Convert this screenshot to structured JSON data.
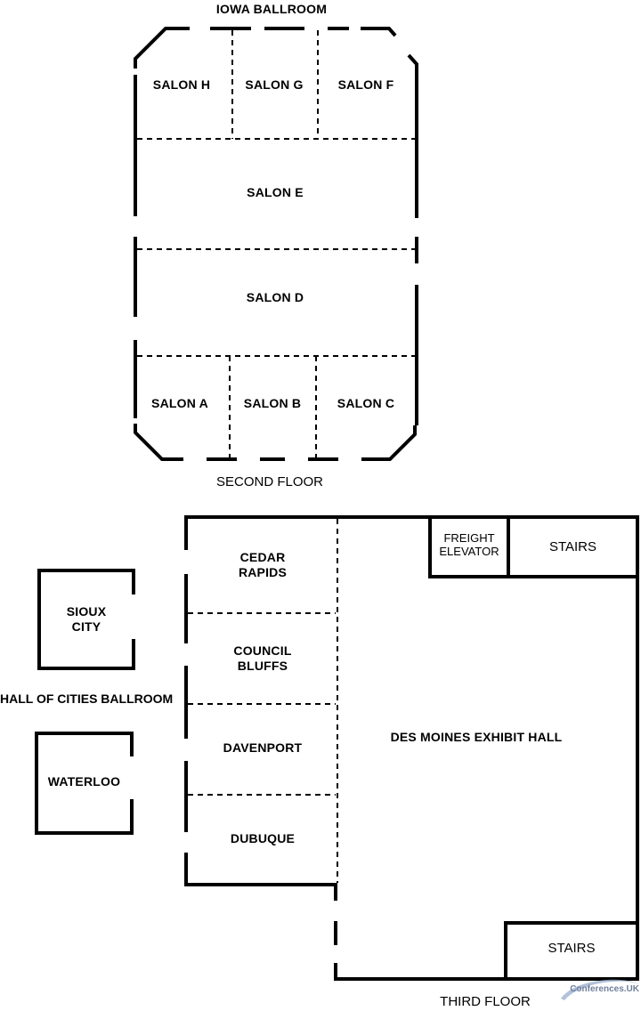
{
  "second_floor": {
    "title": "IOWA BALLROOM",
    "floor_label": "SECOND FLOOR",
    "rooms": {
      "salon_h": "SALON H",
      "salon_g": "SALON G",
      "salon_f": "SALON F",
      "salon_e": "SALON E",
      "salon_d": "SALON D",
      "salon_a": "SALON A",
      "salon_b": "SALON B",
      "salon_c": "SALON C"
    }
  },
  "third_floor": {
    "floor_label": "THIRD FLOOR",
    "hall_of_cities": "HALL OF CITIES BALLROOM",
    "rooms": {
      "sioux_city": "SIOUX\nCITY",
      "waterloo": "WATERLOO",
      "cedar_rapids": "CEDAR\nRAPIDS",
      "council_bluffs": "COUNCIL\nBLUFFS",
      "davenport": "DAVENPORT",
      "dubuque": "DUBUQUE",
      "exhibit_hall": "DES MOINES EXHIBIT HALL",
      "freight_elevator": "FREIGHT\nELEVATOR",
      "stairs_top": "STAIRS",
      "stairs_bottom": "STAIRS"
    }
  },
  "watermark": "Conferences.UK"
}
